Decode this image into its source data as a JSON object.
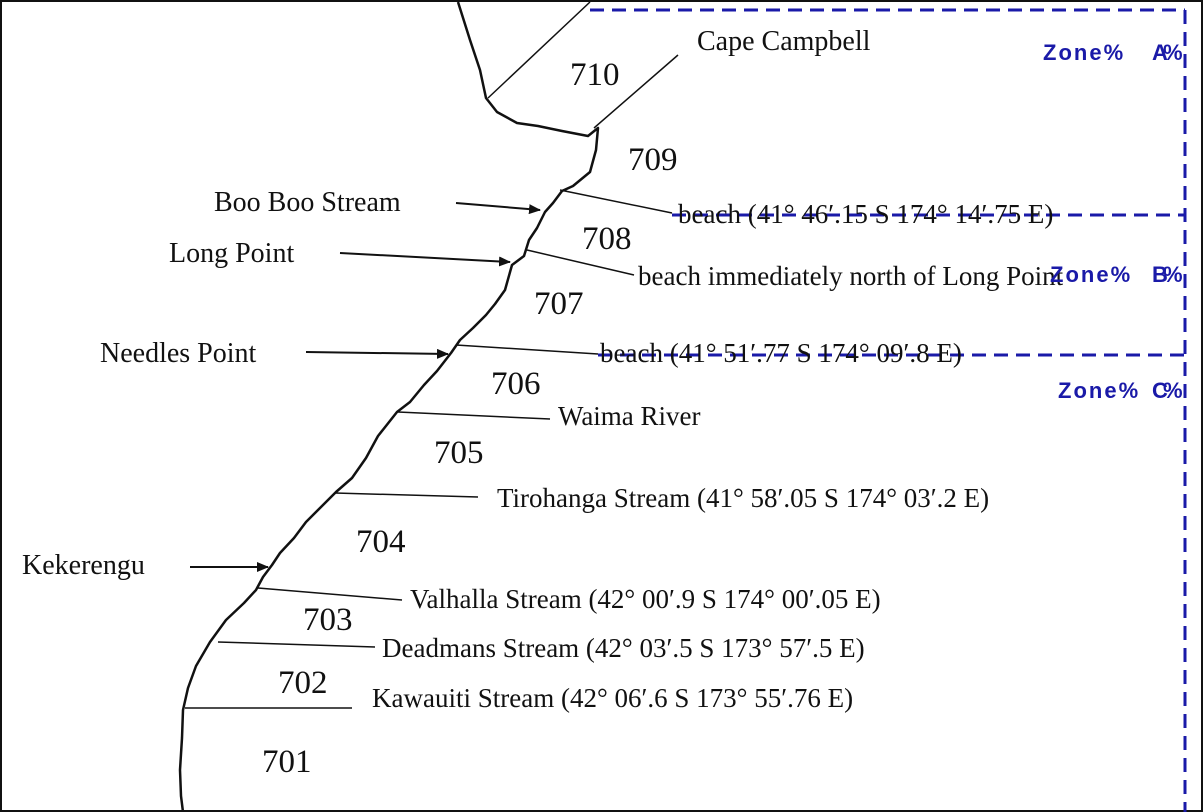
{
  "colors": {
    "zone_blue": "#1a1aa8",
    "ink": "#111111",
    "background": "#ffffff"
  },
  "landmarks": {
    "cape_campbell": "Cape Campbell",
    "boo_boo_stream": "Boo Boo Stream",
    "long_point": "Long Point",
    "needles_point": "Needles Point",
    "kekerengu": "Kekerengu"
  },
  "boundaries": {
    "b709": "beach (41° 46′.15 S  174° 14′.75 E)",
    "b708": "beach immediately north of Long Point",
    "b707": "beach (41° 51′.77 S  174° 09′.8 E)",
    "b706": "Waima River",
    "b705": "Tirohanga Stream (41° 58′.05 S  174° 03′.2 E)",
    "b704": "Valhalla Stream (42° 00′.9 S  174° 00′.05 E)",
    "b703": "Deadmans Stream (42° 03′.5 S  173° 57′.5 E)",
    "b702": "Kawauiti Stream (42° 06′.6 S  173° 55′.76 E)"
  },
  "areas": {
    "a710": "710",
    "a709": "709",
    "a708": "708",
    "a707": "707",
    "a706": "706",
    "a705": "705",
    "a704": "704",
    "a703": "703",
    "a702": "702",
    "a701": "701"
  },
  "zones": {
    "a": {
      "word": "Zone",
      "pct": "%",
      "letter": "A"
    },
    "b": {
      "word": "Zone",
      "pct": "%",
      "letter": "B"
    },
    "c": {
      "word": "Zone",
      "pct": "%",
      "letter": "C"
    }
  },
  "icons": [
    "arrow-icon"
  ]
}
